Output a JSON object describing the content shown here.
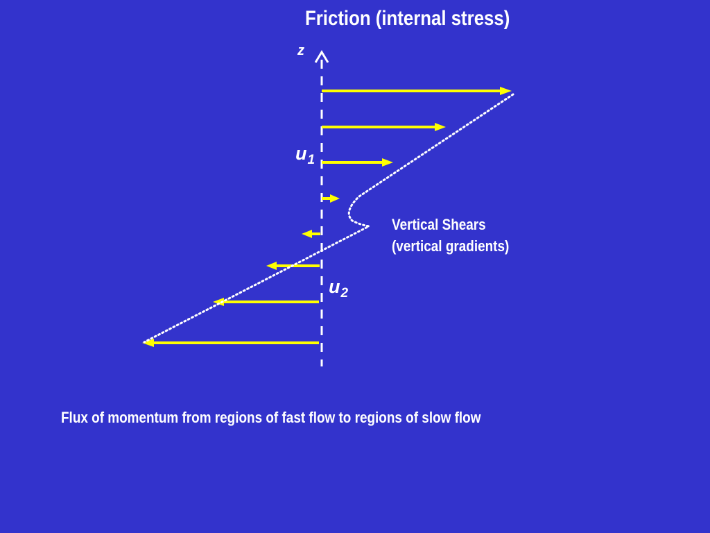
{
  "slide": {
    "title": "Friction (internal stress)",
    "axis_label": "z",
    "u1": {
      "base": "u",
      "sub": "1"
    },
    "u2": {
      "base": "u",
      "sub": "2"
    },
    "shear_label": {
      "line1": "Vertical Shears",
      "line2": "(vertical gradients)"
    },
    "caption": "Flux of momentum from regions of fast flow to regions of slow flow"
  },
  "colors": {
    "background": "#3333cc",
    "arrow": "#ffff00",
    "axis": "#ffffff",
    "text": "#ffffff"
  }
}
